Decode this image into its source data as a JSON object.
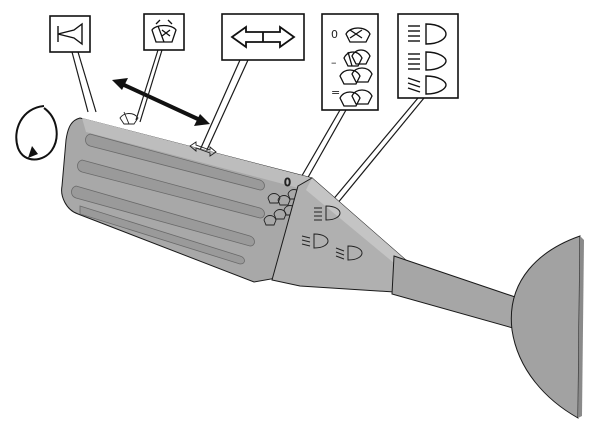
{
  "diagram": {
    "colors": {
      "stalk_body": "#a8a8a8",
      "stalk_light": "#bdbdbd",
      "stalk_dark": "#8e8e8e",
      "groove": "#7d7d7d",
      "outline": "#1a1a1a",
      "callout_fill": "#ffffff",
      "arrow": "#111111"
    },
    "callouts": [
      {
        "id": "horn",
        "icon": "horn-icon"
      },
      {
        "id": "rear-wiper",
        "icon": "rear-wiper-icon"
      },
      {
        "id": "indicator",
        "icon": "turn-indicator-arrows-icon"
      },
      {
        "id": "wiper-modes",
        "icon": "wiper-modes-icon",
        "marks": [
          "0",
          "–",
          "="
        ]
      },
      {
        "id": "headlamps",
        "icon": "headlamp-modes-icon"
      }
    ],
    "rotation_indicator": "rotate-arrow-icon",
    "push_arrow": "push-pull-arrow-icon"
  }
}
